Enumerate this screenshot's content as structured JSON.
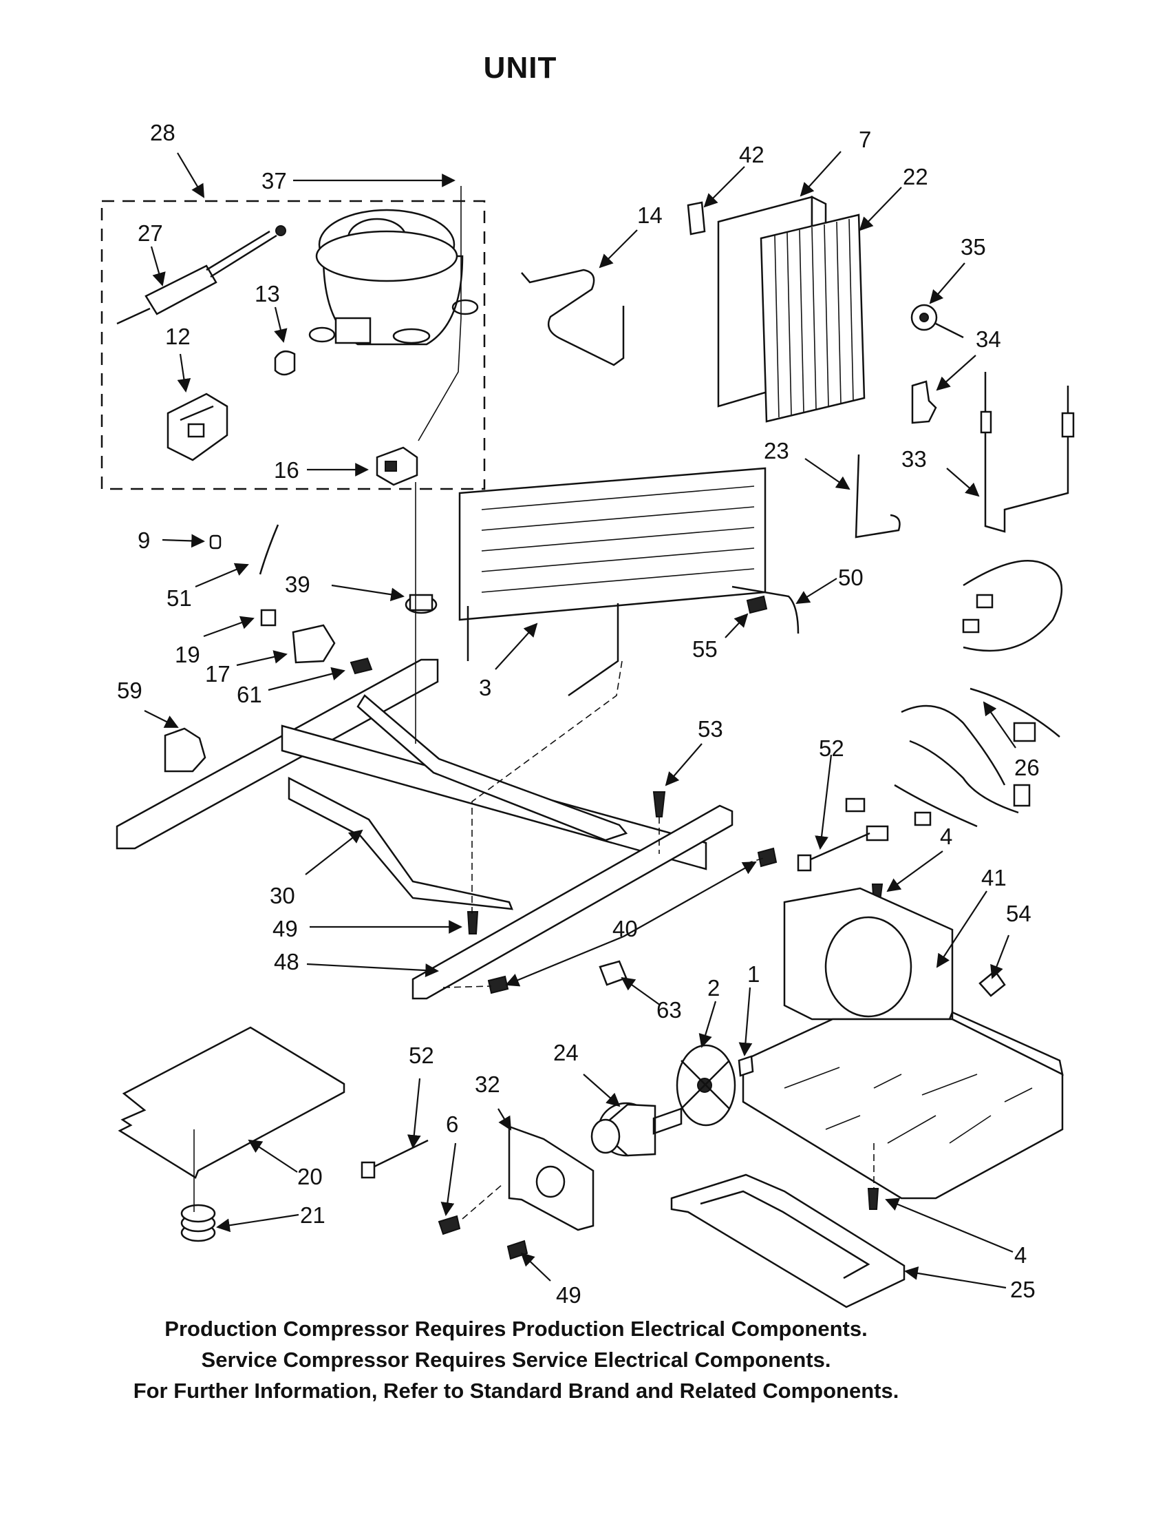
{
  "title": "UNIT",
  "footer": {
    "line1": "Production Compressor Requires Production Electrical Components.",
    "line2": "Service Compressor Requires Service Electrical Components.",
    "line3": "For Further Information, Refer to Standard Brand and Related Components."
  },
  "callouts": {
    "c28": "28",
    "c37": "37",
    "c27": "27",
    "c13": "13",
    "c12": "12",
    "c16": "16",
    "c42": "42",
    "c7": "7",
    "c22": "22",
    "c14": "14",
    "c35": "35",
    "c34": "34",
    "c23": "23",
    "c33": "33",
    "c9": "9",
    "c51": "51",
    "c39": "39",
    "c19": "19",
    "c17": "17",
    "c61": "61",
    "c59": "59",
    "c3": "3",
    "c50": "50",
    "c55": "55",
    "c53": "53",
    "c52a": "52",
    "c26": "26",
    "c4a": "4",
    "c41": "41",
    "c54": "54",
    "c30": "30",
    "c49a": "49",
    "c40": "40",
    "c48": "48",
    "c63": "63",
    "c2": "2",
    "c1": "1",
    "c24": "24",
    "c32": "32",
    "c52b": "52",
    "c6": "6",
    "c20": "20",
    "c21": "21",
    "c4b": "4",
    "c25": "25",
    "c49b": "49"
  }
}
